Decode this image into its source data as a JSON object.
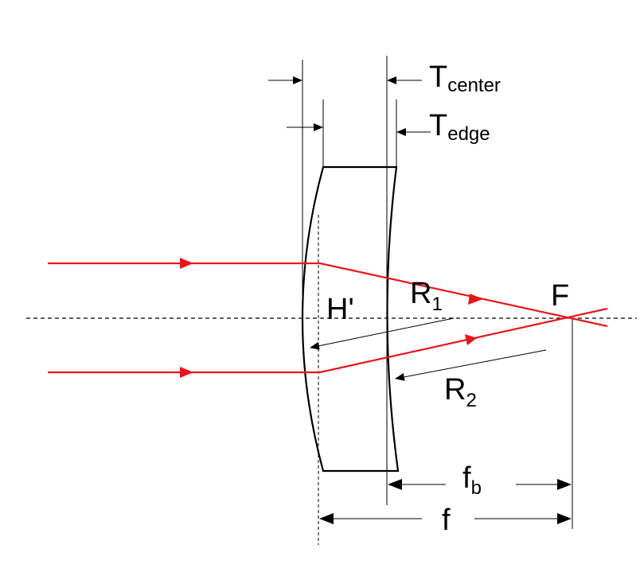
{
  "labels": {
    "t_center_main": "T",
    "t_center_sub": "center",
    "t_edge_main": "T",
    "t_edge_sub": "edge",
    "h_prime": "H'",
    "r1_main": "R",
    "r1_sub": "1",
    "r2_main": "R",
    "r2_sub": "2",
    "focal_point": "F",
    "fb_main": "f",
    "fb_sub": "b",
    "focal_length": "f"
  },
  "colors": {
    "ray": "#e8161b",
    "outline": "#000000"
  }
}
